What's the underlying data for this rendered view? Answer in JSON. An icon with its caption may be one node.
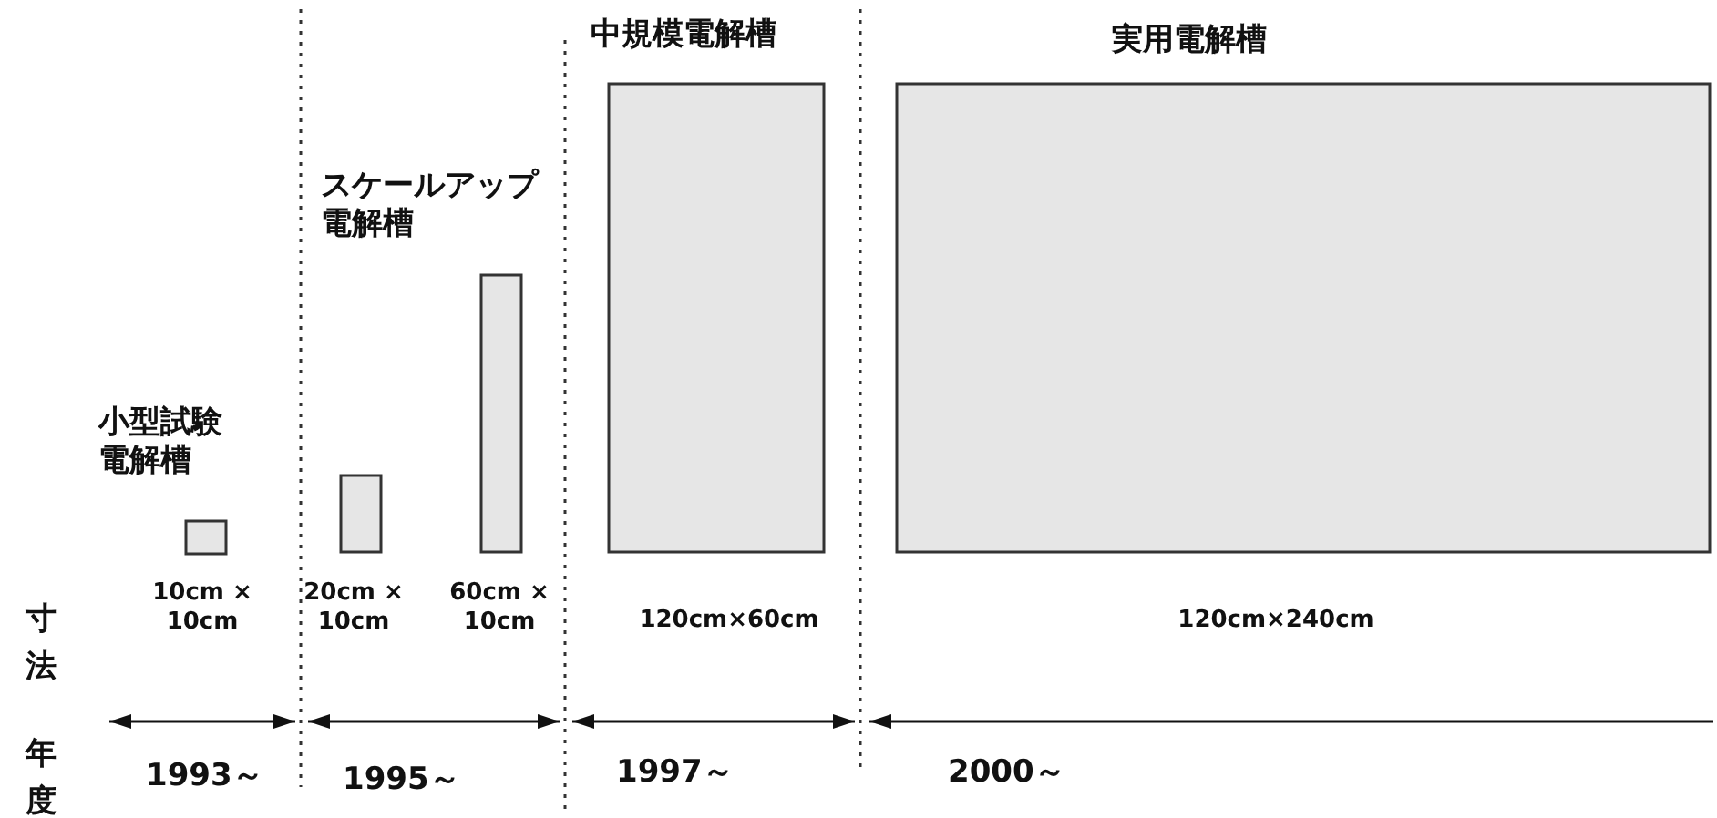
{
  "diagram": {
    "labels": [
      "中規模電解槽",
      "実用電解槽",
      "スケールアップ電解槽",
      "小型試験電解槽",
      "10cm × 10cm",
      "20cm × 10cm",
      "60cm × 10cm",
      "120cm×60cm",
      "120cm×240cm",
      "寸法",
      "年度",
      "1993～",
      "1995～",
      "1997～",
      "2000～"
    ]
  }
}
